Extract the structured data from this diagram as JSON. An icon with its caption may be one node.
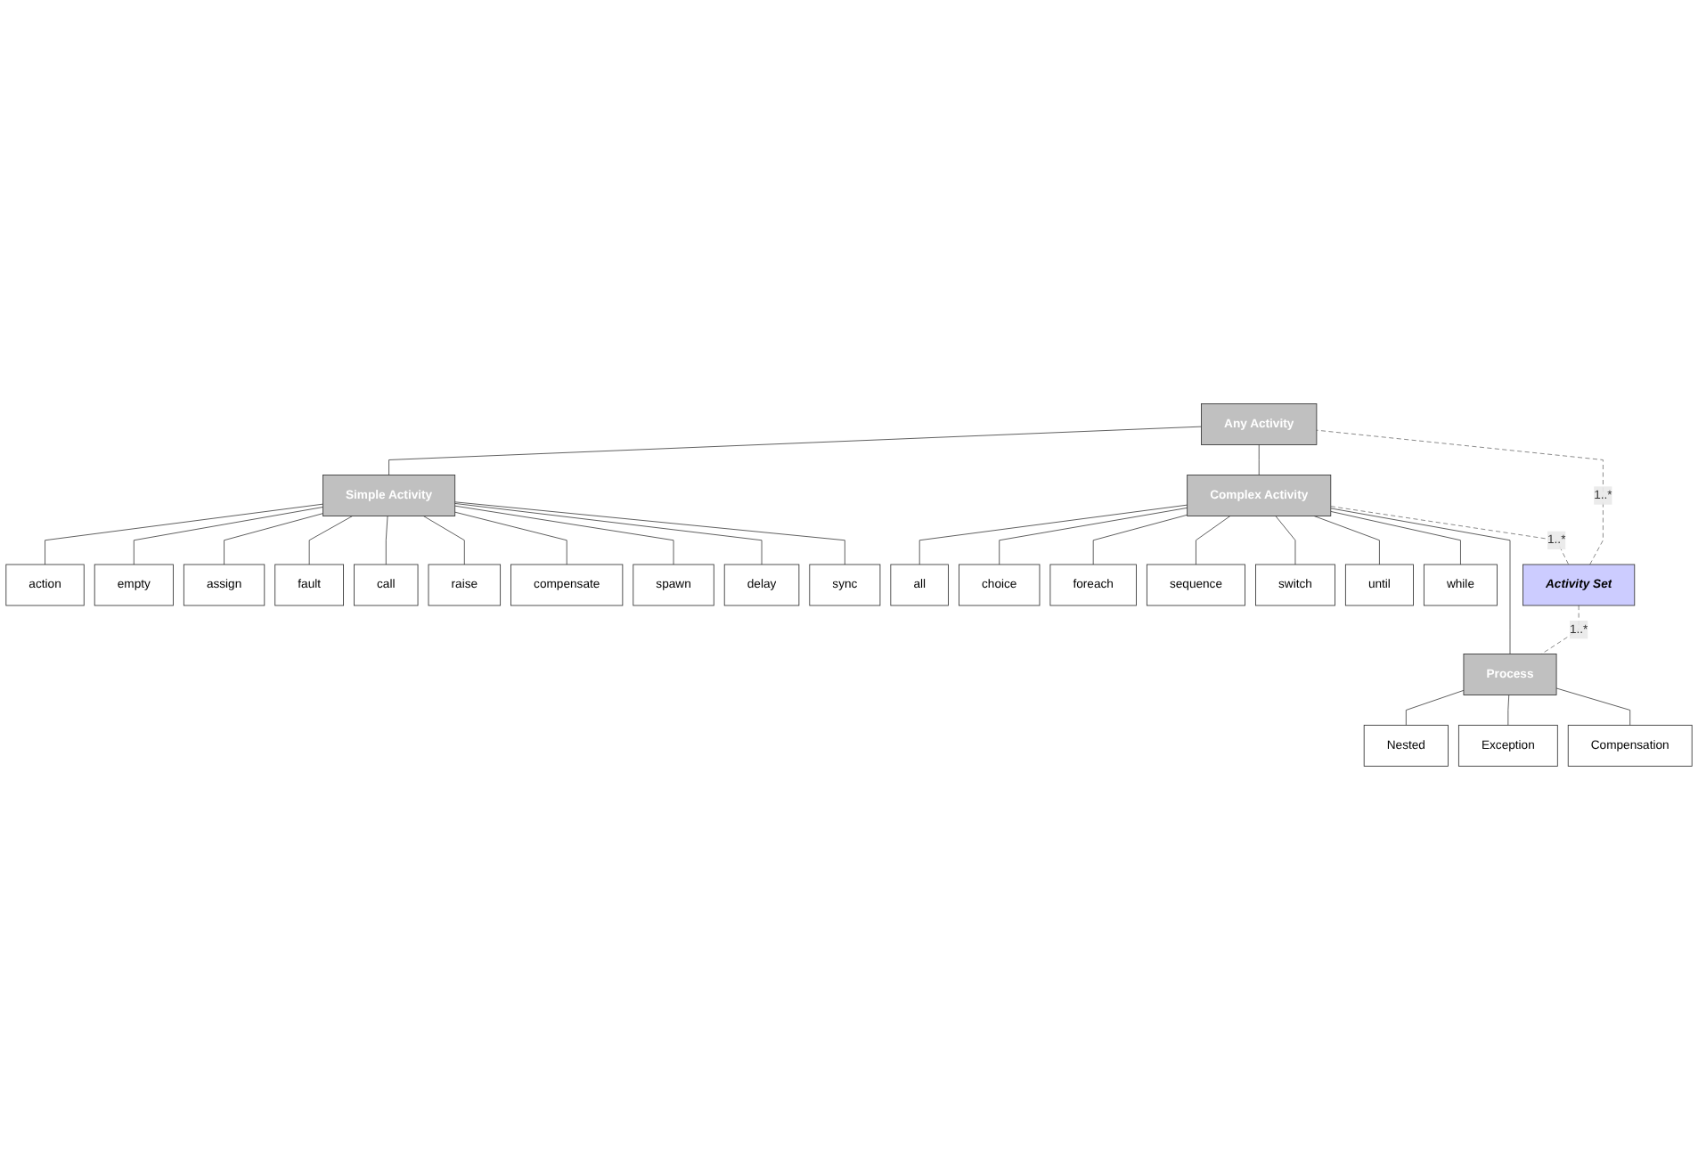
{
  "diagram": {
    "nodes": [
      {
        "text": [
          "Any Activity"
        ]
      },
      {
        "text": [
          "Activity Set"
        ]
      },
      {
        "text": [
          "Simple Activity"
        ]
      },
      {
        "text": [
          "action"
        ]
      },
      {
        "text": [
          "assign"
        ]
      },
      {
        "text": [
          "call"
        ]
      },
      {
        "text": [
          "compensate"
        ]
      },
      {
        "text": [
          "delay"
        ]
      },
      {
        "text": [
          "empty"
        ]
      },
      {
        "text": [
          "fault"
        ]
      },
      {
        "text": [
          "raise"
        ]
      },
      {
        "text": [
          "spawn"
        ]
      },
      {
        "text": [
          "sync"
        ]
      },
      {
        "text": [
          "Complex Activity"
        ]
      },
      {
        "text": [
          "all"
        ]
      },
      {
        "text": [
          "choice"
        ]
      },
      {
        "text": [
          "foreach"
        ]
      },
      {
        "text": [
          "sequence"
        ]
      },
      {
        "text": [
          "switch"
        ]
      },
      {
        "text": [
          "until"
        ]
      },
      {
        "text": [
          "while"
        ]
      },
      {
        "text": [
          "Process"
        ]
      },
      {
        "text": [
          "Nested"
        ]
      },
      {
        "text": [
          "Exception"
        ]
      },
      {
        "text": [
          "Compensation"
        ]
      }
    ],
    "edges": [
      {
        "from": 0,
        "to": 2,
        "arrow": "none"
      },
      {
        "from": 0,
        "to": 13,
        "arrow": "none"
      },
      {
        "from": 2,
        "to": 3,
        "arrow": "none"
      },
      {
        "from": 2,
        "to": 8,
        "arrow": "none"
      },
      {
        "from": 2,
        "to": 4,
        "arrow": "none"
      },
      {
        "from": 2,
        "to": 9,
        "arrow": "none"
      },
      {
        "from": 2,
        "to": 5,
        "arrow": "none"
      },
      {
        "from": 2,
        "to": 10,
        "arrow": "none"
      },
      {
        "from": 2,
        "to": 6,
        "arrow": "none"
      },
      {
        "from": 2,
        "to": 11,
        "arrow": "none"
      },
      {
        "from": 2,
        "to": 7,
        "arrow": "none"
      },
      {
        "from": 2,
        "to": 12,
        "arrow": "none"
      },
      {
        "from": 13,
        "to": 14,
        "arrow": "none"
      },
      {
        "from": 13,
        "to": 15,
        "arrow": "none"
      },
      {
        "from": 13,
        "to": 16,
        "arrow": "none"
      },
      {
        "from": 13,
        "to": 17,
        "arrow": "none"
      },
      {
        "from": 13,
        "to": 18,
        "arrow": "none"
      },
      {
        "from": 13,
        "to": 19,
        "arrow": "none"
      },
      {
        "from": 13,
        "to": 20,
        "arrow": "none"
      },
      {
        "from": 13,
        "to": 21,
        "arrow": "none"
      },
      {
        "from": 21,
        "to": 22,
        "arrow": "none"
      },
      {
        "from": 21,
        "to": 23,
        "arrow": "none"
      },
      {
        "from": 21,
        "to": 24,
        "arrow": "none"
      },
      {
        "from": 1,
        "to": 0,
        "arrow": "none",
        "label": "1..*",
        "style": "dashed"
      },
      {
        "from": 13,
        "to": 1,
        "arrow": "none",
        "label": "1..*",
        "style": "dashed"
      },
      {
        "from": 1,
        "to": 21,
        "arrow": "none",
        "label": "1..*",
        "style": "dashed"
      }
    ]
  }
}
